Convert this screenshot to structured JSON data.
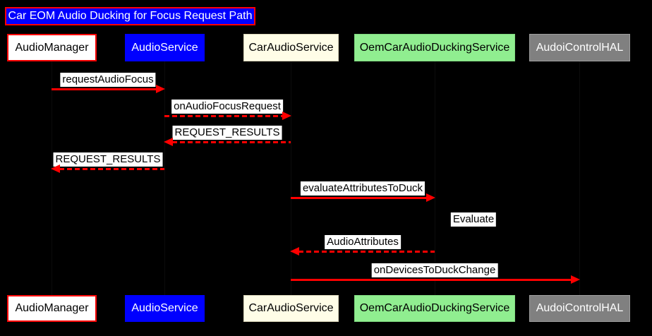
{
  "title": "Car EOM Audio Ducking for Focus Request Path",
  "colors": {
    "background": "#000000",
    "arrow": "#ff0000",
    "message_label_bg": "#ffffff",
    "message_label_text": "#000000",
    "title_bg": "#0000ff",
    "title_text": "#ffffff",
    "title_border": "#ff0000"
  },
  "participants": [
    {
      "label": "AudioManager",
      "fill": "#ffffff",
      "text": "#000000",
      "border": "#ff0000"
    },
    {
      "label": "AudioService",
      "fill": "#0000ff",
      "text": "#ffffff",
      "border": "#0000ff"
    },
    {
      "label": "CarAudioService",
      "fill": "#fffde7",
      "text": "#000000",
      "border": "#d9d4b8"
    },
    {
      "label": "OemCarAudioDuckingService",
      "fill": "#90ee90",
      "text": "#000000",
      "border": "#7fd87f"
    },
    {
      "label": "AudoiControlHAL",
      "fill": "#808080",
      "text": "#ffffff",
      "border": "#9e9e9e"
    }
  ],
  "messages": [
    {
      "label": "requestAudioFocus",
      "from": "AudioManager",
      "to": "AudioService",
      "line": "solid",
      "direction": "right"
    },
    {
      "label": "onAudioFocusRequest",
      "from": "AudioService",
      "to": "CarAudioService",
      "line": "dashed",
      "direction": "right"
    },
    {
      "label": "REQUEST_RESULTS",
      "from": "CarAudioService",
      "to": "AudioService",
      "line": "dashed",
      "direction": "left"
    },
    {
      "label": "REQUEST_RESULTS",
      "from": "AudioService",
      "to": "AudioManager",
      "line": "dashed",
      "direction": "left"
    },
    {
      "label": "evaluateAttributesToDuck",
      "from": "CarAudioService",
      "to": "OemCarAudioDuckingService",
      "line": "solid",
      "direction": "right"
    },
    {
      "label": "Evaluate",
      "from": "OemCarAudioDuckingService",
      "to": "OemCarAudioDuckingService",
      "line": "self",
      "direction": "self"
    },
    {
      "label": "AudioAttributes",
      "from": "OemCarAudioDuckingService",
      "to": "CarAudioService",
      "line": "dashed",
      "direction": "left"
    },
    {
      "label": "onDevicesToDuckChange",
      "from": "CarAudioService",
      "to": "AudoiControlHAL",
      "line": "solid",
      "direction": "right"
    }
  ]
}
